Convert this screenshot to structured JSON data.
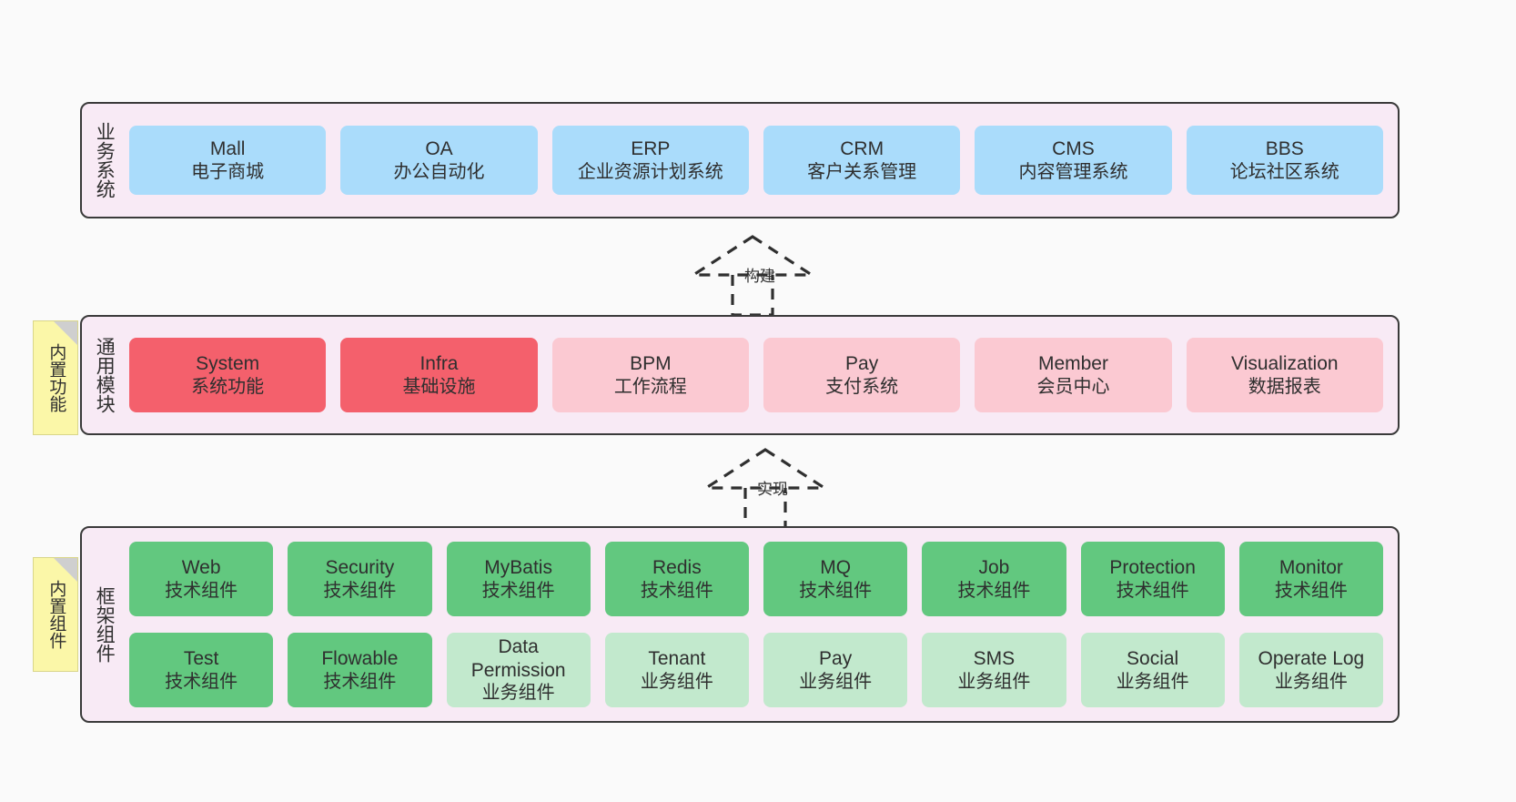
{
  "canvas": {
    "background": "#fafafa",
    "panel_fill": "#f8eaf5",
    "panel_border": "#3a3a3a"
  },
  "colors": {
    "blue": "#aadcfb",
    "red": "#f4606c",
    "pink": "#fbc9d2",
    "green": "#62c87f",
    "light_green": "#c2e9cd",
    "note_yellow": "#fbf7a8",
    "note_fold": "#cfcfcf"
  },
  "layers": [
    {
      "id": "business",
      "title": "业务系统",
      "rows": [
        {
          "cards": [
            {
              "name": "Mall",
              "desc": "电子商城",
              "color": "blue"
            },
            {
              "name": "OA",
              "desc": "办公自动化",
              "color": "blue"
            },
            {
              "name": "ERP",
              "desc": "企业资源计划系统",
              "color": "blue"
            },
            {
              "name": "CRM",
              "desc": "客户关系管理",
              "color": "blue"
            },
            {
              "name": "CMS",
              "desc": "内容管理系统",
              "color": "blue"
            },
            {
              "name": "BBS",
              "desc": "论坛社区系统",
              "color": "blue"
            }
          ]
        }
      ]
    },
    {
      "id": "common",
      "title": "通用模块",
      "note": "内置功能",
      "rows": [
        {
          "cards": [
            {
              "name": "System",
              "desc": "系统功能",
              "color": "red"
            },
            {
              "name": "Infra",
              "desc": "基础设施",
              "color": "red"
            },
            {
              "name": "BPM",
              "desc": "工作流程",
              "color": "pink"
            },
            {
              "name": "Pay",
              "desc": "支付系统",
              "color": "pink"
            },
            {
              "name": "Member",
              "desc": "会员中心",
              "color": "pink"
            },
            {
              "name": "Visualization",
              "desc": "数据报表",
              "color": "pink"
            }
          ]
        }
      ]
    },
    {
      "id": "frame",
      "title": "框架组件",
      "note": "内置组件",
      "rows": [
        {
          "cards": [
            {
              "name": "Web",
              "desc": "技术组件",
              "color": "green"
            },
            {
              "name": "Security",
              "desc": "技术组件",
              "color": "green"
            },
            {
              "name": "MyBatis",
              "desc": "技术组件",
              "color": "green"
            },
            {
              "name": "Redis",
              "desc": "技术组件",
              "color": "green"
            },
            {
              "name": "MQ",
              "desc": "技术组件",
              "color": "green"
            },
            {
              "name": "Job",
              "desc": "技术组件",
              "color": "green"
            },
            {
              "name": "Protection",
              "desc": "技术组件",
              "color": "green"
            },
            {
              "name": "Monitor",
              "desc": "技术组件",
              "color": "green"
            }
          ]
        },
        {
          "cards": [
            {
              "name": "Test",
              "desc": "技术组件",
              "color": "green"
            },
            {
              "name": "Flowable",
              "desc": "技术组件",
              "color": "green"
            },
            {
              "name": "Data Permission",
              "desc": "业务组件",
              "color": "light_green"
            },
            {
              "name": "Tenant",
              "desc": "业务组件",
              "color": "light_green"
            },
            {
              "name": "Pay",
              "desc": "业务组件",
              "color": "light_green"
            },
            {
              "name": "SMS",
              "desc": "业务组件",
              "color": "light_green"
            },
            {
              "name": "Social",
              "desc": "业务组件",
              "color": "light_green"
            },
            {
              "name": "Operate Log",
              "desc": "业务组件",
              "color": "light_green"
            }
          ]
        }
      ]
    }
  ],
  "connectors": [
    {
      "id": "build",
      "label": "构建"
    },
    {
      "id": "implement",
      "label": "实现"
    }
  ]
}
